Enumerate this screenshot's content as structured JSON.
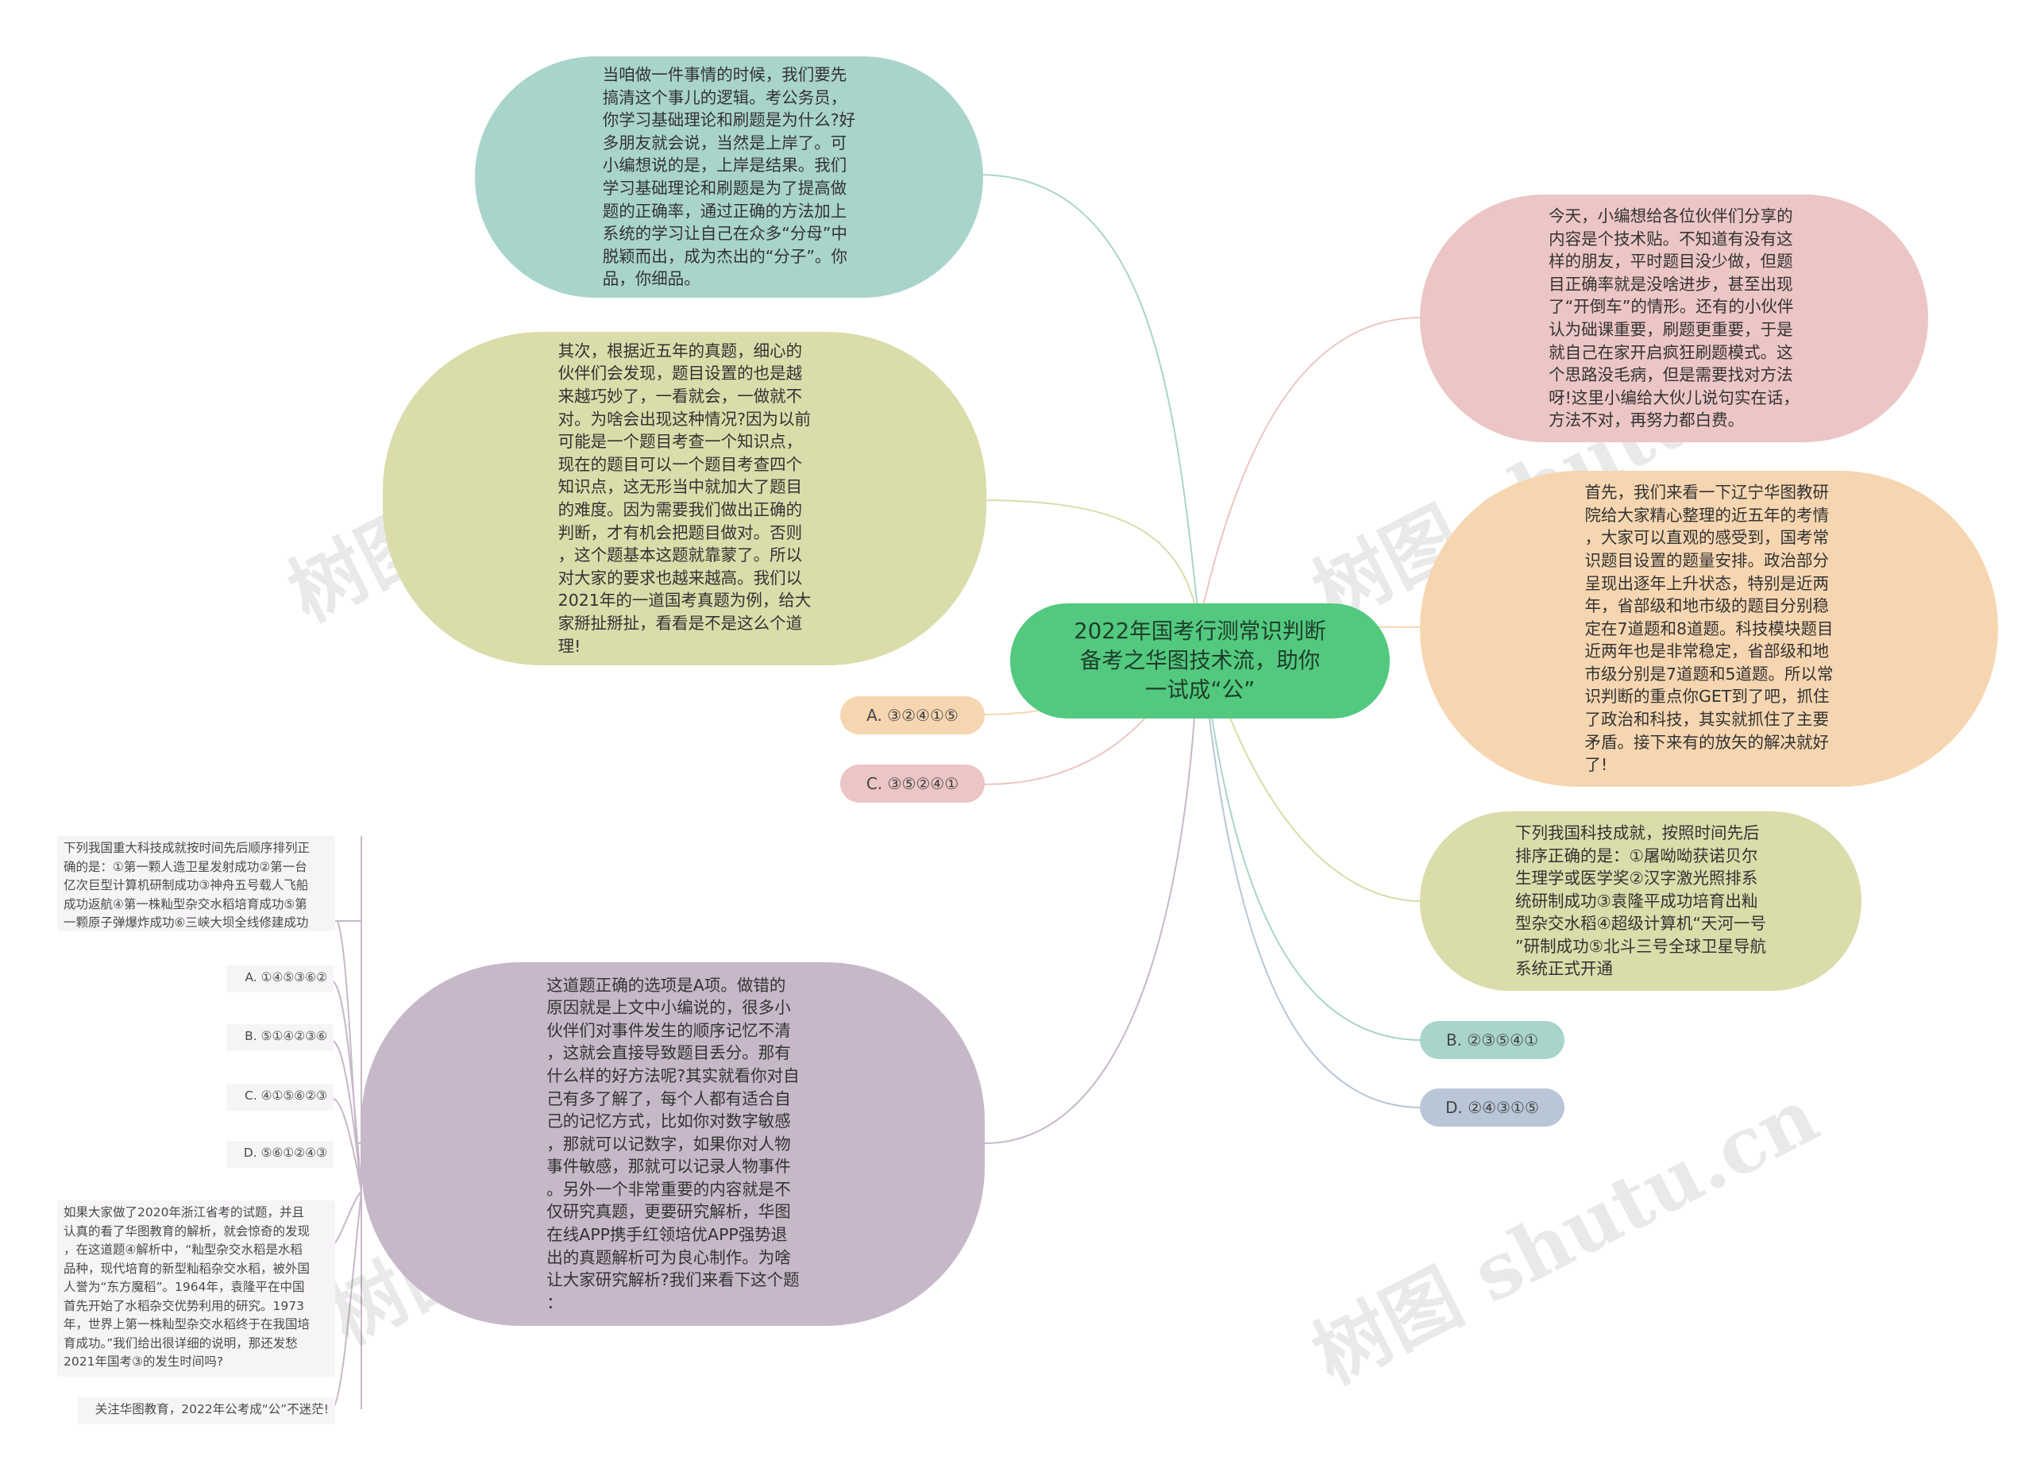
{
  "root": {
    "text": "2022年国考行测常识判断\n备考之华图技术流，助你\n一试成“公”"
  },
  "left": {
    "logic_note": "当咱做一件事情的时候，我们要先\n搞清这个事儿的逻辑。考公务员，\n你学习基础理论和刷题是为什么?好\n多朋友就会说，当然是上岸了。可\n小编想说的是，上岸是结果。我们\n学习基础理论和刷题是为了提高做\n题的正确率，通过正确的方法加上\n系统的学习让自己在众多“分母”中\n脱颖而出，成为杰出的“分子”。你\n品，你细品。",
    "trend_note": "其次，根据近五年的真题，细心的\n伙伴们会发现，题目设置的也是越\n来越巧妙了，一看就会，一做就不\n对。为啥会出现这种情况?因为以前\n可能是一个题目考查一个知识点，\n现在的题目可以一个题目考查四个\n知识点，这无形当中就加大了题目\n的难度。因为需要我们做出正确的\n判断，才有机会把题目做对。否则\n，这个题基本这题就靠蒙了。所以\n对大家的要求也越来越高。我们以\n2021年的一道国考真题为例，给大\n家掰扯掰扯，看看是不是这么个道\n理!",
    "option_a": "A. ③②④①⑤",
    "option_c": "C. ③⑤②④①",
    "answer_note": "这道题正确的选项是A项。做错的\n原因就是上文中小编说的，很多小\n伙伴们对事件发生的顺序记忆不清\n，这就会直接导致题目丢分。那有\n什么样的好方法呢?其实就看你对自\n己有多了解了，每个人都有适合自\n己的记忆方式，比如你对数字敏感\n，那就可以记数字，如果你对人物\n事件敏感，那就可以记录人物事件\n。另外一个非常重要的内容就是不\n仅研究真题，更要研究解析，华图\n在线APP携手红领培优APP强势退\n出的真题解析可为良心制作。为啥\n让大家研究解析?我们来看下这个题\n：",
    "leaves": {
      "question": "下列我国重大科技成就按时间先后顺序排列正\n确的是：①第一颗人造卫星发射成功②第一台\n亿次巨型计算机研制成功③神舟五号载人飞船\n成功返航④第一株籼型杂交水稻培育成功⑤第\n一颗原子弹爆炸成功⑥三峡大坝全线修建成功",
      "opt_a": "A. ①④⑤③⑥②",
      "opt_b": "B. ⑤①④②③⑥",
      "opt_c": "C. ④①⑤⑥②③",
      "opt_d": "D. ⑤⑥①②④③",
      "explain": "如果大家做了2020年浙江省考的试题，并且\n认真的看了华图教育的解析，就会惊奇的发现\n，在这道题④解析中，“籼型杂交水稻是水稻\n品种，现代培育的新型籼稻杂交水稻，被外国\n人誉为“东方魔稻”。1964年，袁隆平在中国\n首先开始了水稻杂交优势利用的研究。1973\n年，世界上第一株籼型杂交水稻终于在我国培\n育成功。”我们给出很详细的说明，那还发愁\n2021年国考③的发生时间吗?",
      "follow": "关注华图教育，2022年公考成“公”不迷茫!"
    }
  },
  "right": {
    "intro_note": "今天，小编想给各位伙伴们分享的\n内容是个技术贴。不知道有没有这\n样的朋友，平时题目没少做，但题\n目正确率就是没啥进步，甚至出现\n了“开倒车”的情形。还有的小伙伴\n认为础课重要，刷题更重要，于是\n就自己在家开启疯狂刷题模式。这\n个思路没毛病，但是需要找对方法\n呀!这里小编给大伙儿说句实在话，\n方法不对，再努力都白费。",
    "analysis_note": "首先，我们来看一下辽宁华图教研\n院给大家精心整理的近五年的考情\n，大家可以直观的感受到，国考常\n识题目设置的题量安排。政治部分\n呈现出逐年上升状态，特别是近两\n年，省部级和地市级的题目分别稳\n定在7道题和8道题。科技模块题目\n近两年也是非常稳定，省部级和地\n市级分别是7道题和5道题。所以常\n识判断的重点你GET到了吧，抓住\n了政治和科技，其实就抓住了主要\n矛盾。接下来有的放矢的解决就好\n了!",
    "question_note": "下列我国科技成就，按照时间先后\n排序正确的是：①屠呦呦获诺贝尔\n生理学或医学奖②汉字激光照排系\n统研制成功③袁隆平成功培育出籼\n型杂交水稻④超级计算机“天河一号\n”研制成功⑤北斗三号全球卫星导航\n系统正式开通",
    "option_b": "B. ②③⑤④①",
    "option_d": "D. ②④③①⑤"
  },
  "watermark": "树图 shutu.cn",
  "colors": {
    "root": "#52c97f",
    "teal": "#a9d4cb",
    "olive": "#dadcaa",
    "peach": "#f6d6b0",
    "pink": "#ecc5c5",
    "purple": "#c6b8c8",
    "blue_grey": "#b9c6d7"
  }
}
